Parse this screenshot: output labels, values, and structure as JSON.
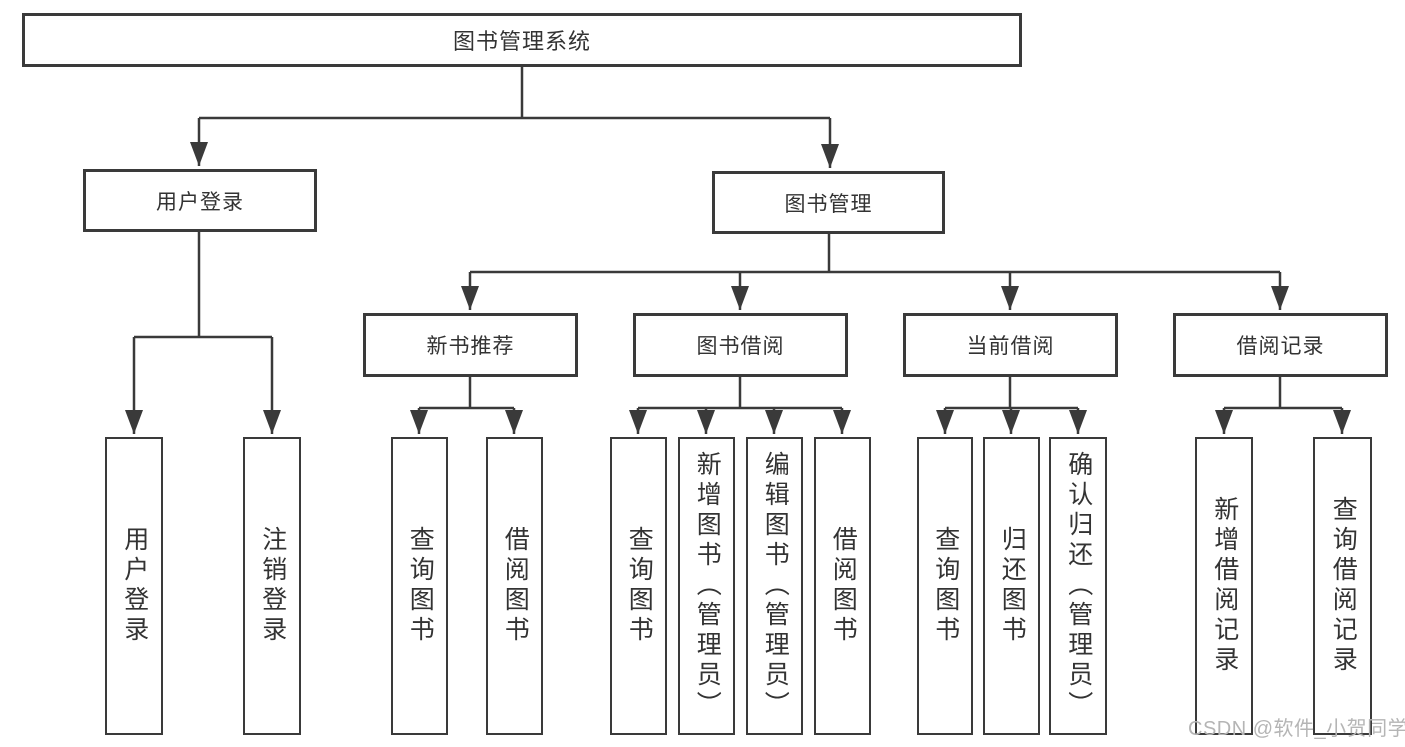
{
  "tree": {
    "root": {
      "label": "图书管理系统"
    },
    "login": {
      "label": "用户登录",
      "children": [
        {
          "label": "用户登录"
        },
        {
          "label": "注销登录"
        }
      ]
    },
    "management": {
      "label": "图书管理",
      "sections": [
        {
          "label": "新书推荐",
          "children": [
            {
              "label": "查询图书"
            },
            {
              "label": "借阅图书"
            }
          ]
        },
        {
          "label": "图书借阅",
          "children": [
            {
              "label": "查询图书"
            },
            {
              "label": "新增图书（管理员）"
            },
            {
              "label": "编辑图书（管理员）"
            },
            {
              "label": "借阅图书"
            }
          ]
        },
        {
          "label": "当前借阅",
          "children": [
            {
              "label": "查询图书"
            },
            {
              "label": "归还图书"
            },
            {
              "label": "确认归还（管理员）"
            }
          ]
        },
        {
          "label": "借阅记录",
          "children": [
            {
              "label": "新增借阅记录"
            },
            {
              "label": "查询借阅记录"
            }
          ]
        }
      ]
    }
  },
  "watermark": "CSDN @软件_小贺同学",
  "colors": {
    "line": "#3a3a3a",
    "text": "#333333",
    "watermark": "#b5b5b5",
    "background": "#ffffff"
  }
}
